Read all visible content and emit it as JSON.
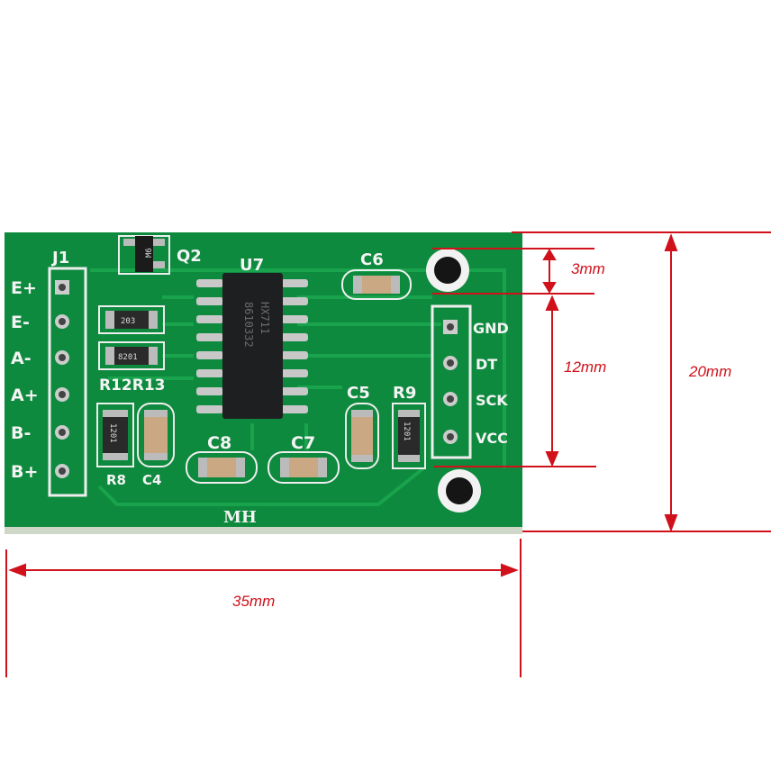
{
  "board": {
    "connector_j1": {
      "label": "J1",
      "pins": [
        "E+",
        "E-",
        "A-",
        "A+",
        "B-",
        "B+"
      ]
    },
    "header": {
      "pins": [
        "GND",
        "DT",
        "SCK",
        "VCC"
      ]
    },
    "chip": {
      "designator": "U7",
      "marking_1": "HX711",
      "marking_2": "8610332"
    },
    "transistor": {
      "designator": "Q2",
      "marking": "M6"
    },
    "components": {
      "c6": "C6",
      "c5": "C5",
      "r9": "R9",
      "c8": "C8",
      "c7": "C7",
      "r8": "R8",
      "c4": "C4",
      "r12r13": "R12R13"
    },
    "resistor_codes": {
      "r12": "203",
      "r13": "8201",
      "r8": "1201",
      "r9": "1201"
    },
    "logo": "MH"
  },
  "dimensions": {
    "hole_spacing": "3mm",
    "header_span": "12mm",
    "height": "20mm",
    "width": "35mm"
  },
  "colors": {
    "pcb": "#0e8a3e",
    "dimension": "#d0101a"
  }
}
